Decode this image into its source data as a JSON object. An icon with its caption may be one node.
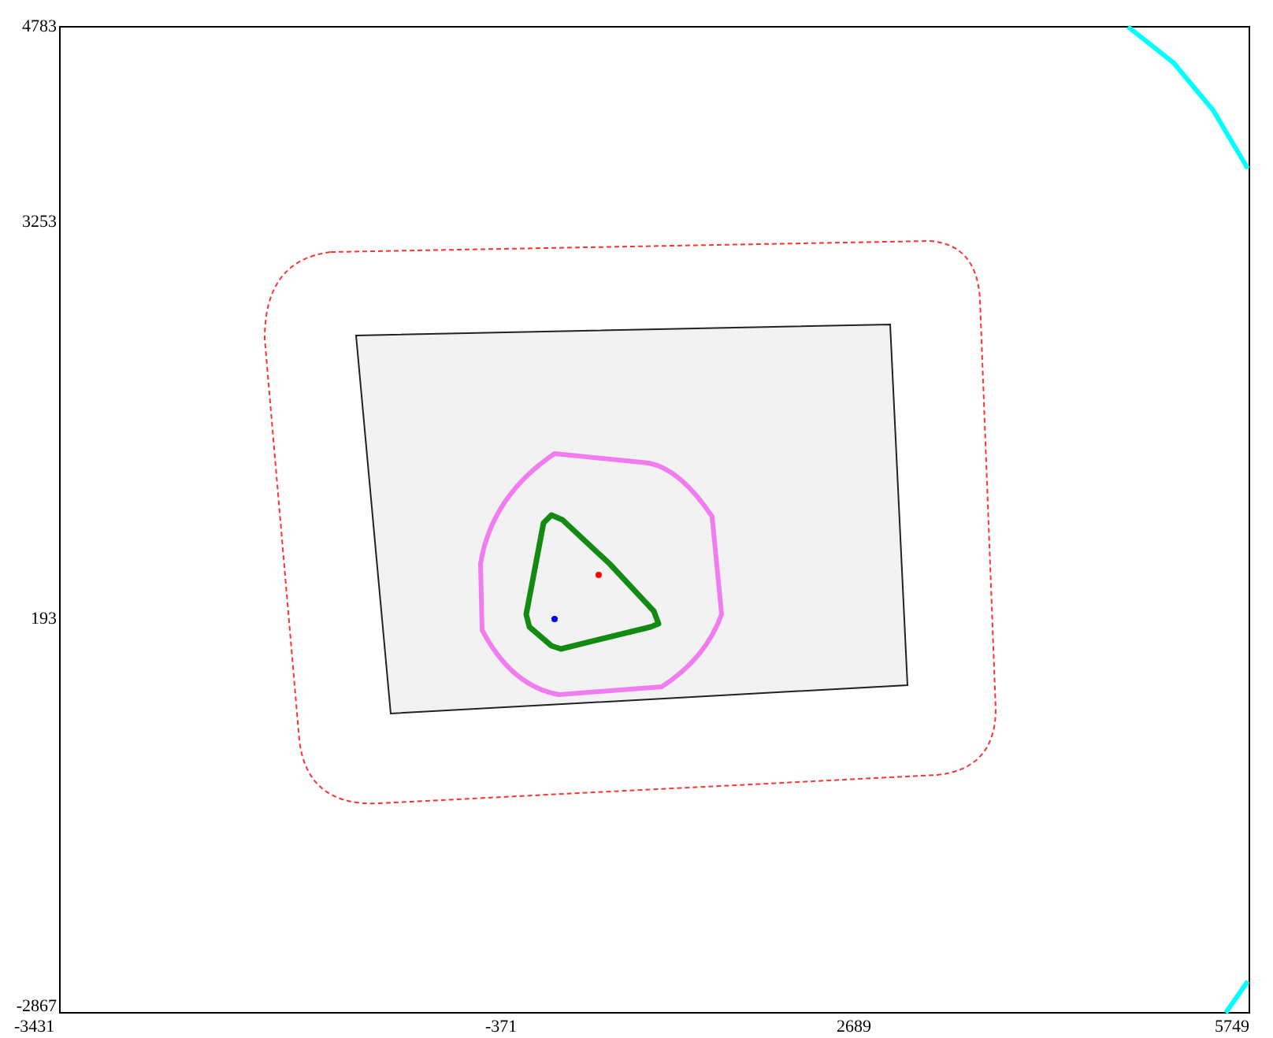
{
  "diagram": {
    "labels": [
      "4783",
      "3253",
      "193",
      "-2867",
      "-3431",
      "-371",
      "2689",
      "5749"
    ]
  }
}
